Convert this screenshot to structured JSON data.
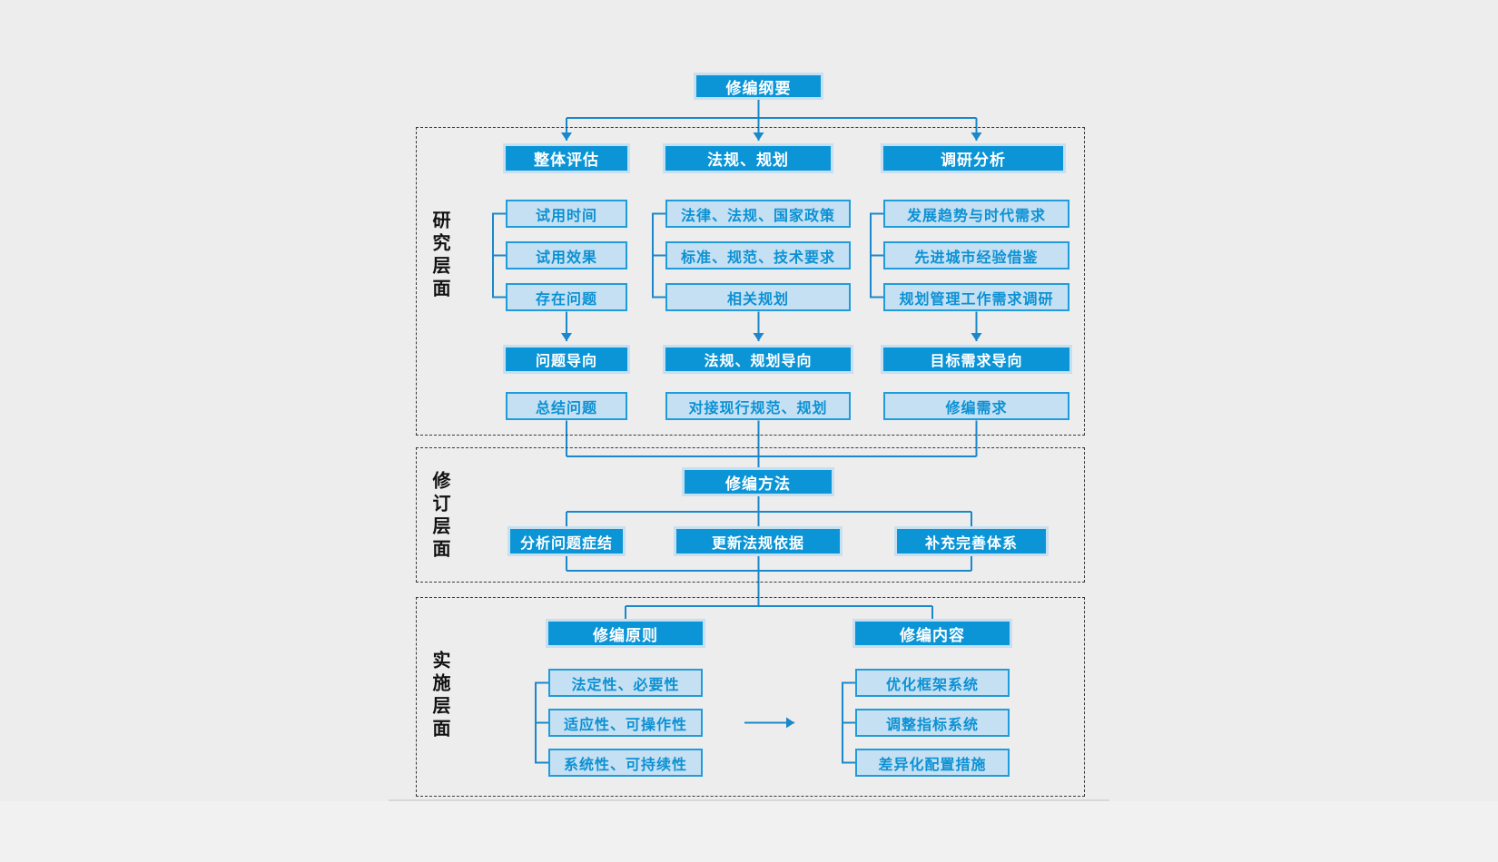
{
  "root_label": "修编纲要",
  "research": {
    "section_label": "研究层面",
    "columns": [
      {
        "header": "整体评估",
        "items": [
          "试用时间",
          "试用效果",
          "存在问题"
        ],
        "orientation": "问题导向",
        "result": "总结问题"
      },
      {
        "header": "法规、规划",
        "items": [
          "法律、法规、国家政策",
          "标准、规范、技术要求",
          "相关规划"
        ],
        "orientation": "法规、规划导向",
        "result": "对接现行规范、规划"
      },
      {
        "header": "调研分析",
        "items": [
          "发展趋势与时代需求",
          "先进城市经验借鉴",
          "规划管理工作需求调研"
        ],
        "orientation": "目标需求导向",
        "result": "修编需求"
      }
    ]
  },
  "revision": {
    "section_label": "修订层面",
    "method": "修编方法",
    "children": [
      "分析问题症结",
      "更新法规依据",
      "补充完善体系"
    ]
  },
  "implementation": {
    "section_label": "实施层面",
    "groups": [
      {
        "header": "修编原则",
        "items": [
          "法定性、必要性",
          "适应性、可操作性",
          "系统性、可持续性"
        ]
      },
      {
        "header": "修编内容",
        "items": [
          "优化框架系统",
          "调整指标系统",
          "差异化配置措施"
        ]
      }
    ]
  },
  "colors": {
    "node_dark": "#0b94d6",
    "node_dark_halo": "#c6dff1",
    "node_light_fill": "#c5e0f3",
    "node_light_border": "#219cda",
    "node_light_text": "#0c91d4",
    "connector": "#1a88ca",
    "section_border": "#3a3a3a",
    "background": "#ededee",
    "divider": "#d8d8d8"
  }
}
